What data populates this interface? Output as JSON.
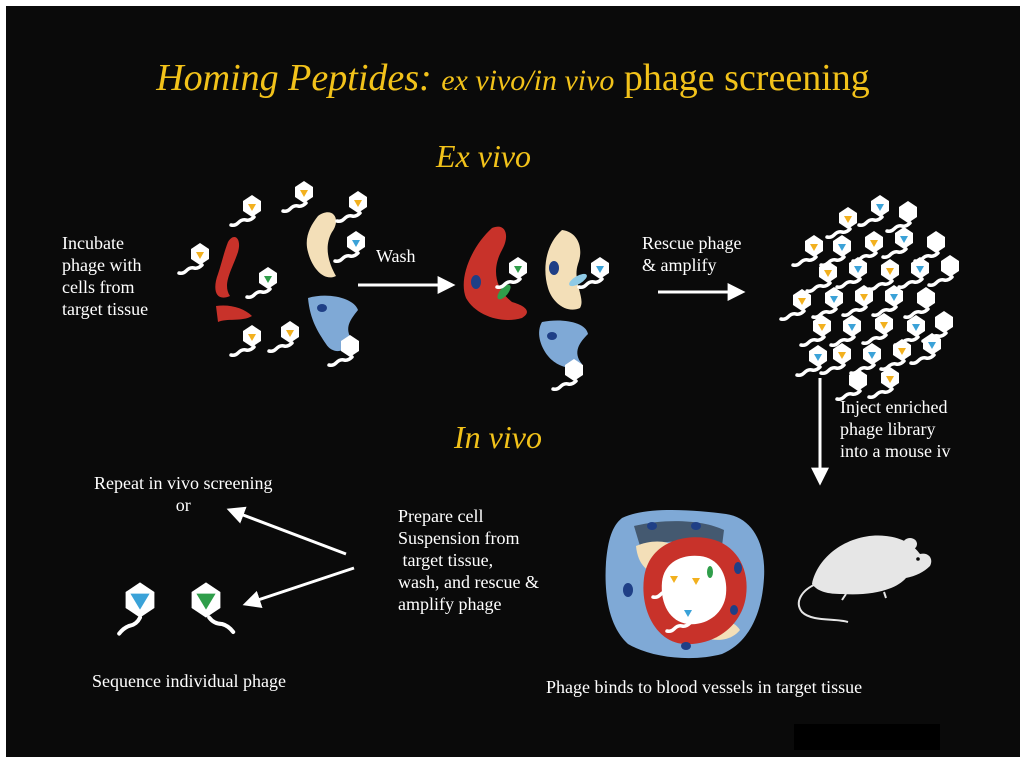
{
  "title": {
    "part1": "Homing Peptides:",
    "part2": "ex vivo/in vivo",
    "part3": "phage screening"
  },
  "sections": {
    "ex_vivo": "Ex vivo",
    "in_vivo": "In vivo"
  },
  "labels": {
    "incubate": [
      "Incubate",
      "phage with",
      "cells from",
      "target tissue"
    ],
    "wash": "Wash",
    "rescue": [
      "Rescue phage",
      "& amplify"
    ],
    "inject": [
      "Inject enriched",
      "phage library",
      "into a mouse iv"
    ],
    "repeat": [
      "Repeat in vivo screening",
      "or"
    ],
    "prepare": [
      "Prepare cell",
      "Suspension from",
      " target tissue,",
      "wash, and rescue &",
      "amplify phage"
    ],
    "sequence": "Sequence individual phage",
    "binds": "Phage binds to blood vessels in target tissue"
  },
  "colors": {
    "background": "#0a0a0a",
    "title_gold": "#f2c21a",
    "red_cell": "#c8322a",
    "tan_cell": "#f3dfb8",
    "blue_cell": "#7fa9d6",
    "nucleus": "#1f3f86",
    "phage_yellow": "#f2b01e",
    "phage_blue": "#3aa2d8",
    "phage_green": "#2f9e4a"
  }
}
